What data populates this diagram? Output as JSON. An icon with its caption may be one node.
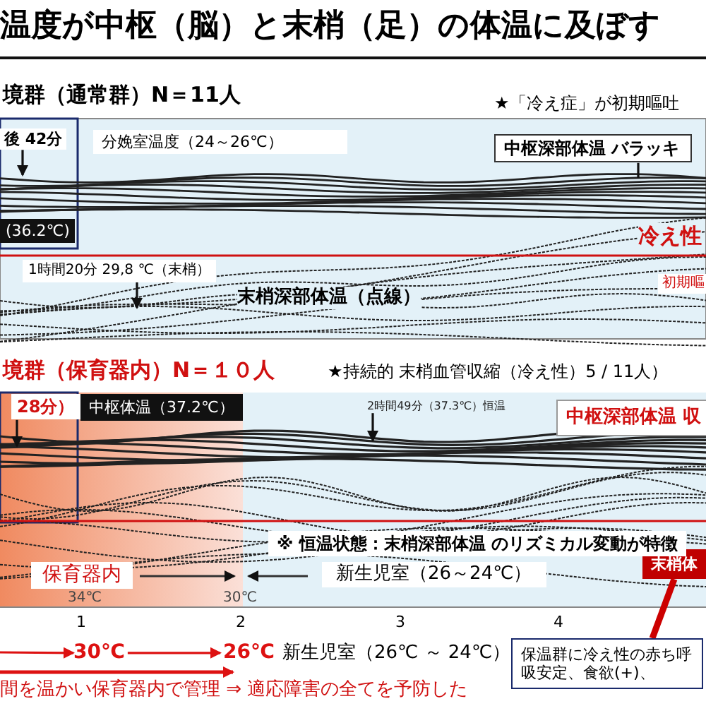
{
  "diagram": {
    "title": "温度が中枢（脳）と末梢（足）の体温に及ぼす",
    "nodes": [
      {
        "text": [
          "後 42分"
        ]
      },
      {
        "text": [
          "中枢深部体温 バラッキ"
        ]
      },
      {
        "text": [
          "(36.2℃)"
        ]
      },
      {
        "text": [
          "1時間20分 29,8 ℃（末梢）"
        ]
      },
      {
        "text": [
          "28分）"
        ]
      },
      {
        "text": [
          "中枢体温（37.2℃）"
        ]
      },
      {
        "text": [
          "2時間49分（37.3℃）恒温"
        ]
      },
      {
        "text": [
          "中枢深部体温 収"
        ]
      },
      {
        "text": [
          "末梢体"
        ]
      },
      {
        "text": [
          "保温群に冷え性の赤ち呼吸安定、食欲(+)、"
        ]
      },
      {
        "text": [
          "30℃"
        ]
      },
      {
        "text": [
          "26℃"
        ]
      },
      {
        "text": [
          "新生児室（26～24℃）"
        ]
      },
      {
        "text": [
          "分娩室温度（24～26℃）"
        ]
      },
      {
        "text": [
          "保育器内"
        ]
      },
      {
        "text": [
          "※ 恒温状態：末梢深部体温 のリズミカル変動が特徴"
        ]
      }
    ],
    "edges": [
      {
        "from": 0,
        "to": null,
        "arrow": "to"
      },
      {
        "from": 1,
        "to": null,
        "arrow": "none"
      },
      {
        "from": 3,
        "to": null,
        "arrow": "to"
      },
      {
        "from": 4,
        "to": null,
        "arrow": "to"
      },
      {
        "from": 6,
        "to": null,
        "arrow": "to"
      },
      {
        "from": 8,
        "to": 9,
        "arrow": "none",
        "color": "#cc0000",
        "style": "thick"
      },
      {
        "from": null,
        "to": 10,
        "arrow": "to",
        "color": "#dd1111"
      },
      {
        "from": 10,
        "to": 11,
        "arrow": "to",
        "color": "#dd1111"
      }
    ],
    "labels": [
      "境群（通常群）N＝11人",
      "★「冷え症」が初期嘔吐",
      "冷え性",
      "末梢深部体温（点線）",
      "初期嘔",
      "境群（保育器内）N＝１０人",
      "★持続的 末梢血管収縮（冷え性）5 / 11人）",
      "34℃",
      "30℃",
      "1",
      "2",
      "3",
      "4",
      "新生児室（26℃ ～ 24℃）",
      "間を温かい保育器内で管理 ⇒ 適応障害の全てを予防した"
    ]
  }
}
